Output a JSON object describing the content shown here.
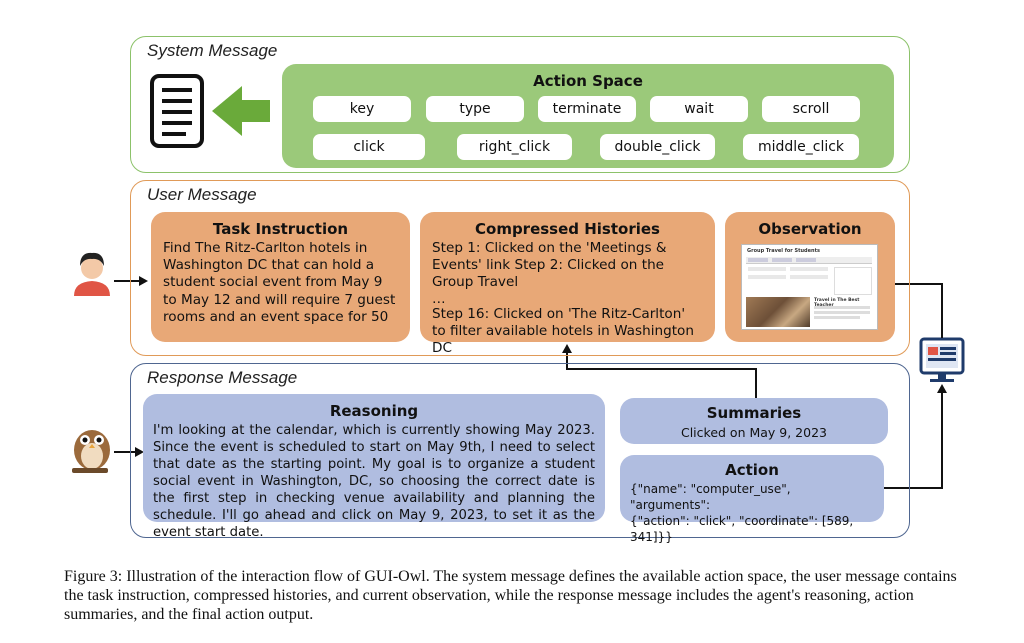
{
  "system": {
    "title": "System Message",
    "action_space_title": "Action Space",
    "actions_row1": [
      "key",
      "type",
      "terminate",
      "wait",
      "scroll"
    ],
    "actions_row2": [
      "click",
      "right_click",
      "double_click",
      "middle_click"
    ]
  },
  "user": {
    "title": "User Message",
    "task_title": "Task Instruction",
    "task_text": "Find The Ritz-Carlton hotels in Washington DC that can hold a student social event from May 9 to May 12 and will require 7 guest rooms and an event space for 50",
    "histories_title": "Compressed Histories",
    "histories_line1": "Step 1: Clicked on the 'Meetings & Events' link Step 2: Clicked on the Group Travel",
    "histories_ellipsis": "…",
    "histories_line2": "Step 16: Clicked on 'The Ritz-Carlton' to filter available hotels in Washington DC",
    "observation_title": "Observation",
    "observation_heading": "Group Travel for Students",
    "observation_subheading": "Travel in The Best Teacher"
  },
  "response": {
    "title": "Response Message",
    "reasoning_title": "Reasoning",
    "reasoning_text": "I'm looking at the calendar, which is currently showing May 2023. Since the event is scheduled to start on May 9th, I need to select that date as the starting point. My goal is to organize a student social event in Washington, DC, so choosing the correct date is the first step in checking venue availability and planning the schedule. I'll go ahead and click on May 9, 2023, to set it as the event start date.",
    "summaries_title": "Summaries",
    "summaries_text": "Clicked on May 9, 2023",
    "action_title": "Action",
    "action_line1": "{\"name\": \"computer_use\", \"arguments\":",
    "action_line2": "{\"action\": \"click\", \"coordinate\": [589, 341]}}"
  },
  "caption": "Figure 3: Illustration of the interaction flow of GUI-Owl. The system message defines the available action space, the user message contains the task instruction, compressed histories, and current observation, while the response message includes the agent's reasoning, action summaries, and the final action output.",
  "colors": {
    "system_border": "#8cc26a",
    "action_space_fill": "#9bc97a",
    "user_border": "#e09a58",
    "user_box_fill": "#e8a877",
    "response_border": "#4f6690",
    "response_box_fill": "#b0bde0",
    "arrow_green": "#6aaa3a"
  },
  "icons": [
    "document-icon",
    "user-avatar-icon",
    "owl-icon",
    "computer-monitor-icon"
  ]
}
